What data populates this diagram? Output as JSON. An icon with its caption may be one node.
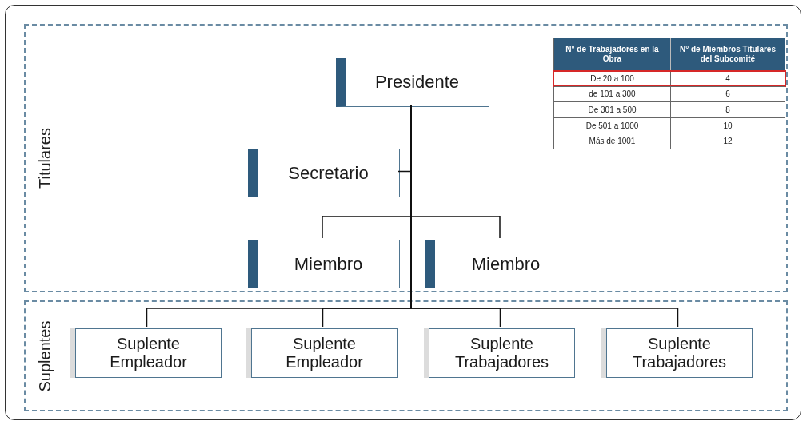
{
  "diagram": {
    "nodes": [
      {
        "text": [
          "Titulares"
        ]
      },
      {
        "text": [
          "Presidente"
        ],
        "in": 0
      },
      {
        "text": [
          "Secretario"
        ],
        "in": 0
      },
      {
        "text": [
          "Miembro"
        ],
        "in": 0
      },
      {
        "text": [
          "Miembro"
        ],
        "in": 0
      },
      {
        "text": [
          "Suplentes"
        ]
      },
      {
        "text": [
          "Suplente Empleador"
        ],
        "in": 5
      },
      {
        "text": [
          "Suplente Empleador"
        ],
        "in": 5
      },
      {
        "text": [
          "Suplente Trabajadores"
        ],
        "in": 5
      },
      {
        "text": [
          "Suplente Trabajadores"
        ],
        "in": 5
      }
    ],
    "edges": [
      {
        "from": 1,
        "to": 2,
        "arrow": "none"
      },
      {
        "from": 1,
        "to": 3,
        "arrow": "none"
      },
      {
        "from": 1,
        "to": 4,
        "arrow": "none"
      },
      {
        "from": 1,
        "to": 6,
        "arrow": "none"
      },
      {
        "from": 1,
        "to": 7,
        "arrow": "none"
      },
      {
        "from": 1,
        "to": 8,
        "arrow": "none"
      },
      {
        "from": 1,
        "to": 9,
        "arrow": "none"
      }
    ],
    "labels": [
      "N° de Trabajadores en la Obra",
      "N° de Miembros Titulares del Subcomité",
      "De 20 a 100",
      "4",
      "de 101 a 300",
      "6",
      "De 301 a 500",
      "8",
      "De 501 a 1000",
      "10",
      "Más de 1001",
      "12"
    ]
  }
}
